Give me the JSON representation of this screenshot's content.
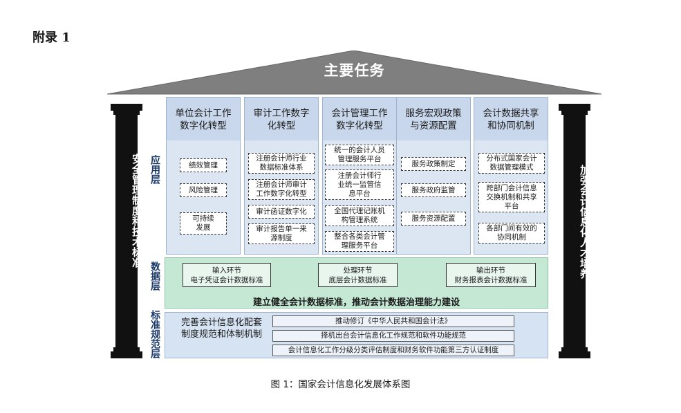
{
  "appendix_label": "附录 1",
  "roof_title": "主要任务",
  "left_pillar": "安全管理制度和技术标准",
  "right_pillar": "加强会计信息化人才培养",
  "layers": {
    "application": "应用层",
    "data": "数据层",
    "standard": "标准规范层"
  },
  "application_columns": [
    {
      "title": "单位会计工作数字化转型",
      "items": [
        "绩效管理",
        "风险管理",
        "可持续发展"
      ]
    },
    {
      "title": "审计工作数字化转型",
      "items": [
        "注册会计师行业数据标准体系",
        "注册会计师审计工作数字化转型",
        "审计函证数字化",
        "审计报告单一来源制度"
      ]
    },
    {
      "title": "会计管理工作数字化转型",
      "items": [
        "统一的会计人员管理服务平台",
        "注册会计师行业统一监管信息平台",
        "全国代理记账机构管理系统",
        "整合各类会计管理服务平台"
      ]
    },
    {
      "title": "服务宏观政策与资源配置",
      "items": [
        "服务政策制定",
        "服务政府监管",
        "服务资源配置"
      ]
    },
    {
      "title": "会计数据共享和协同机制",
      "items": [
        "分布式国家会计数据管理模式",
        "跨部门会计信息交换机制和共享平台",
        "各部门间有效的协同机制"
      ]
    }
  ],
  "data_layer": {
    "boxes": [
      {
        "line1": "输入环节",
        "line2": "电子凭证会计数据标准"
      },
      {
        "line1": "处理环节",
        "line2": "底层会计数据标准"
      },
      {
        "line1": "输出环节",
        "line2": "财务报表会计数据标准"
      }
    ],
    "main": "建立健全会计数据标准，推动会计数据治理能力建设"
  },
  "standard_layer": {
    "left_text": "完善会计信息化配套制度规范和体制机制",
    "items": [
      "推动修订《中华人民共和国会计法》",
      "择机出台会计信息化工作规范和软件功能规范",
      "会计信息化工作分级分类评估制度和财务软件功能第三方认证制度"
    ]
  },
  "caption": "图 1：国家会计信息化发展体系图",
  "colors": {
    "roof": "#7f7f7f",
    "pillar": "#111111",
    "app_bg": "#dce6f3",
    "data_bg": "#c5e8d4",
    "std_bg": "#d6e3f2"
  }
}
